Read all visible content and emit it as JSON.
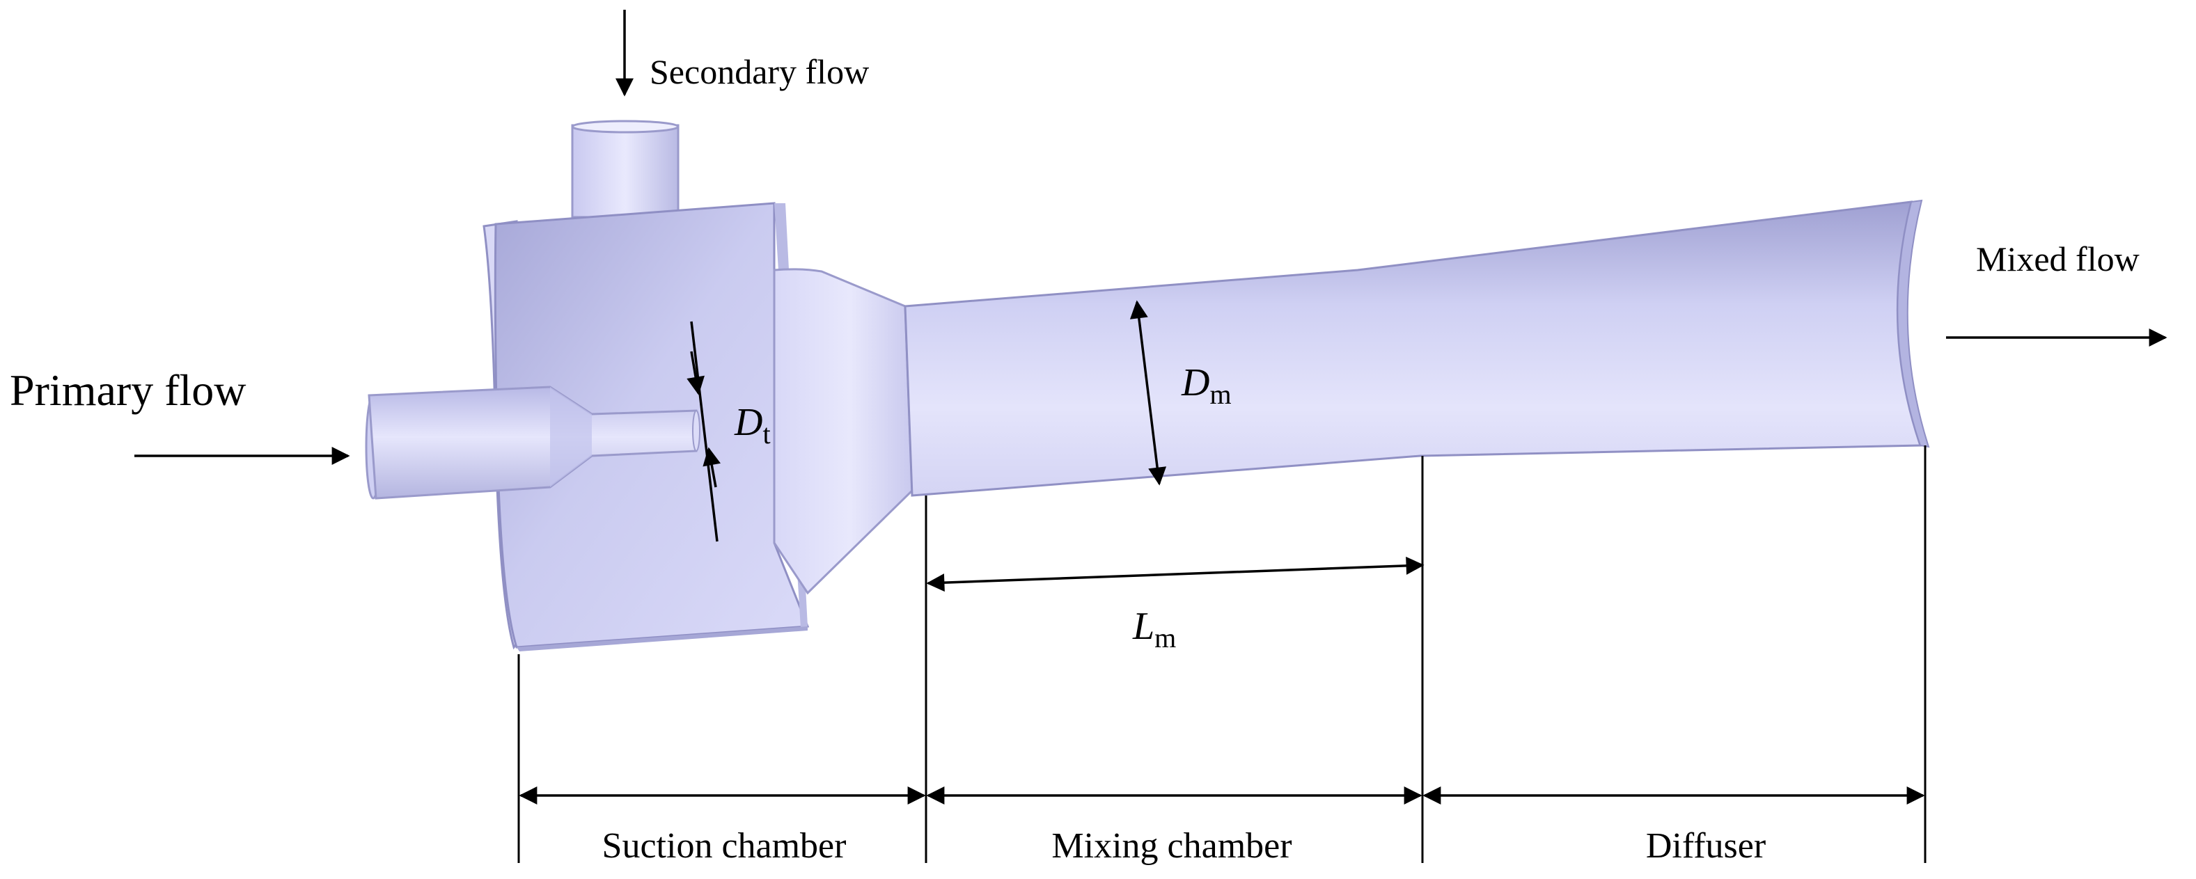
{
  "labels": {
    "secondary_flow": "Secondary flow",
    "primary_flow": "Primary flow",
    "mixed_flow": "Mixed flow",
    "suction_chamber": "Suction chamber",
    "mixing_chamber": "Mixing chamber",
    "diffuser": "Diffuser"
  },
  "dimensions": {
    "throat": {
      "symbol": "D",
      "subscript": "t"
    },
    "mixing_diameter": {
      "symbol": "D",
      "subscript": "m"
    },
    "mixing_length": {
      "symbol": "L",
      "subscript": "m"
    }
  },
  "colors": {
    "body_light": "#e2e2fb",
    "body_mid": "#c6c6ee",
    "body_dark": "#9d9dcf",
    "edge": "#8f8fc4",
    "ink": "#000000"
  }
}
